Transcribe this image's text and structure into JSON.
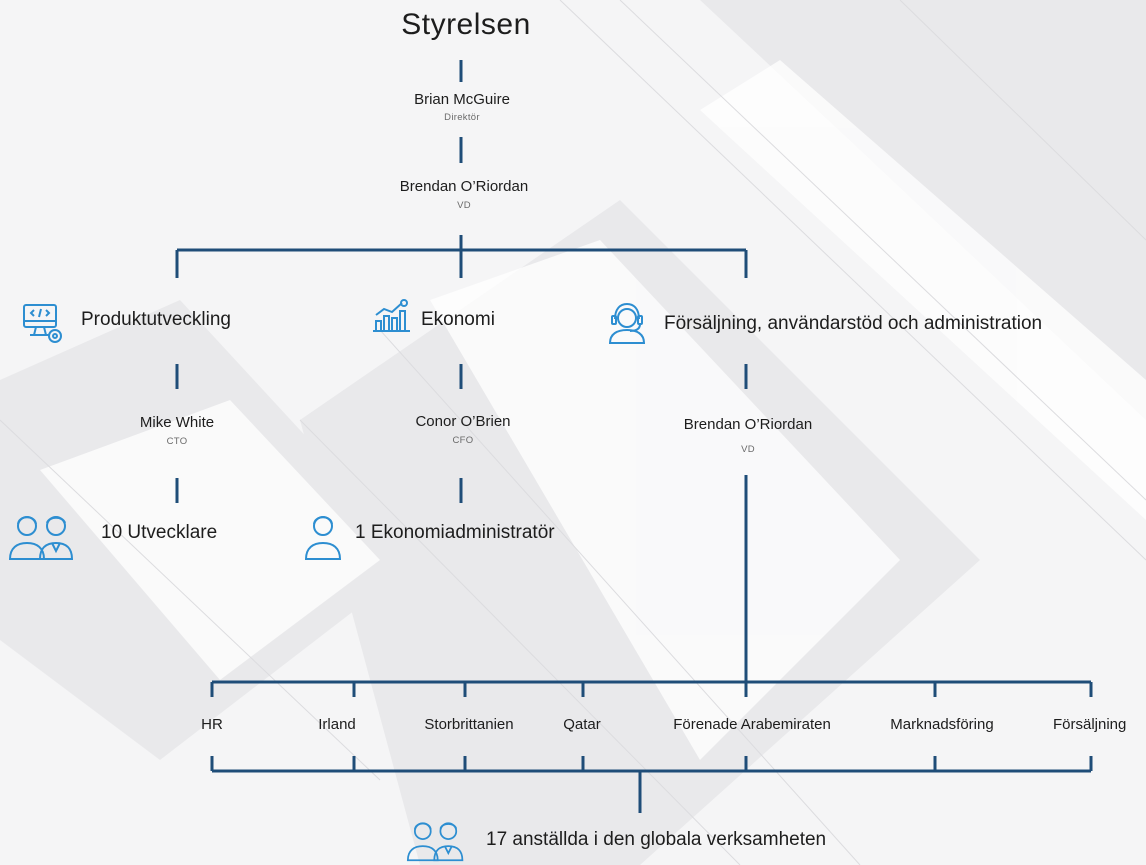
{
  "org": {
    "title": "Styrelsen",
    "director": {
      "name": "Brian McGuire",
      "role": "Direktör"
    },
    "ceo": {
      "name": "Brendan O’Riordan",
      "role": "VD"
    },
    "departments": [
      {
        "label": "Produktutveckling",
        "icon": "code-monitor-icon",
        "head": {
          "name": "Mike White",
          "role": "CTO"
        },
        "staff": "10 Utvecklare",
        "staff_icon": "two-people-icon"
      },
      {
        "label": "Ekonomi",
        "icon": "finance-chart-icon",
        "head": {
          "name": "Conor O’Brien",
          "role": "CFO"
        },
        "staff": "1 Ekonomiadministratör",
        "staff_icon": "person-icon"
      },
      {
        "label": "Försäljning, användarstöd och administration",
        "icon": "headset-support-icon",
        "head": {
          "name": "Brendan O’Riordan",
          "role": "VD"
        }
      }
    ],
    "units": [
      "HR",
      "Irland",
      "Storbrittanien",
      "Qatar",
      "Förenade Arabemiraten",
      "Marknadsföring",
      "Försäljning"
    ],
    "global_staff": "17 anställda i den globala verksamheten",
    "global_staff_icon": "two-people-icon"
  },
  "colors": {
    "line": "#1f4d78",
    "icon": "#2d8ed1"
  }
}
